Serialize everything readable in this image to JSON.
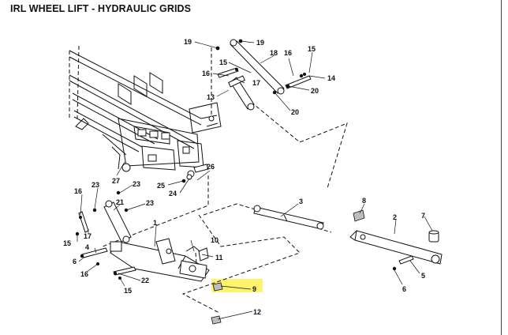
{
  "title": "IRL WHEEL LIFT - HYDRAULIC GRIDS",
  "highlight_color": "#fff36b",
  "callouts": {
    "c1": "1",
    "c2": "2",
    "c3": "3",
    "c5": "5",
    "c6a": "6",
    "c6b": "6",
    "c7": "7",
    "c8": "8",
    "c9": "9",
    "c10": "10",
    "c11": "11",
    "c12": "12",
    "c13": "13",
    "c14": "14",
    "c15a": "15",
    "c15b": "15",
    "c15c": "15",
    "c15d": "15",
    "c16a": "16",
    "c16b": "16",
    "c16c": "16",
    "c16d": "16",
    "c17a": "17",
    "c17b": "17",
    "c18": "18",
    "c19a": "19",
    "c19b": "19",
    "c20a": "20",
    "c20b": "20",
    "c21": "21",
    "c22": "22",
    "c23a": "23",
    "c23b": "23",
    "c23c": "23",
    "c24": "24",
    "c25": "25",
    "c26": "26",
    "c27": "27"
  }
}
